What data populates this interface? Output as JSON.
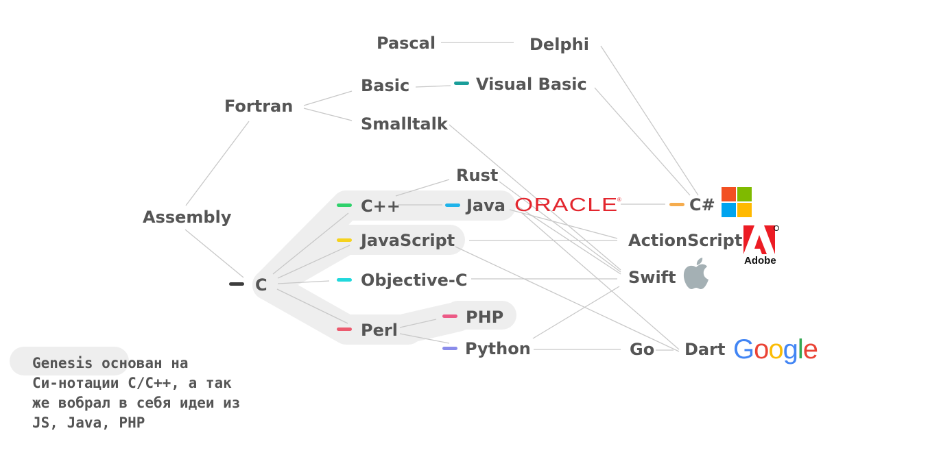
{
  "languages": {
    "pascal": "Pascal",
    "delphi": "Delphi",
    "basic": "Basic",
    "visual_basic": "Visual Basic",
    "fortran": "Fortran",
    "smalltalk": "Smalltalk",
    "rust": "Rust",
    "assembly": "Assembly",
    "cpp": "C++",
    "java": "Java",
    "csharp": "C#",
    "javascript": "JavaScript",
    "actionscript": "ActionScript",
    "c": "C",
    "objective_c": "Objective-C",
    "swift": "Swift",
    "php": "PHP",
    "perl": "Perl",
    "python": "Python",
    "go": "Go",
    "dart": "Dart"
  },
  "logos": {
    "oracle": "ORACLE",
    "oracle_mark": "®",
    "adobe": "Adobe",
    "google": [
      "G",
      "o",
      "o",
      "g",
      "l",
      "e"
    ]
  },
  "note": {
    "lines": [
      "Genesis основан на",
      "Си-нотации C/C++, а так",
      "же вобрал в себя идеи из",
      "JS, Java, PHP"
    ]
  },
  "colors": {
    "text": "#555555",
    "connector": "#c8c8c8",
    "highlight": "#eeeeee",
    "c_marker": "#3d3d3d",
    "visual_basic_marker": "#1a9e9a",
    "cpp_marker": "#2fd16b",
    "java_marker": "#1fb3ea",
    "csharp_marker": "#f5ac4e",
    "javascript_marker": "#f5d21e",
    "objective_c_marker": "#21d8dc",
    "php_marker": "#ec5a86",
    "perl_marker": "#ec5a6e",
    "python_marker": "#8a8cea",
    "oracle": "#e3262e",
    "microsoft": [
      "#f25022",
      "#7fba00",
      "#00a4ef",
      "#ffb900"
    ],
    "adobe": "#ec1c24",
    "apple": "#a4b0b4",
    "google": [
      "#4285f4",
      "#ea4335",
      "#fbbc05",
      "#4285f4",
      "#34a853",
      "#ea4335"
    ]
  },
  "icons": {
    "microsoft": "microsoft-logo-icon",
    "adobe": "adobe-logo-icon",
    "apple": "apple-logo-icon",
    "oracle": "oracle-logo",
    "google": "google-logo"
  }
}
